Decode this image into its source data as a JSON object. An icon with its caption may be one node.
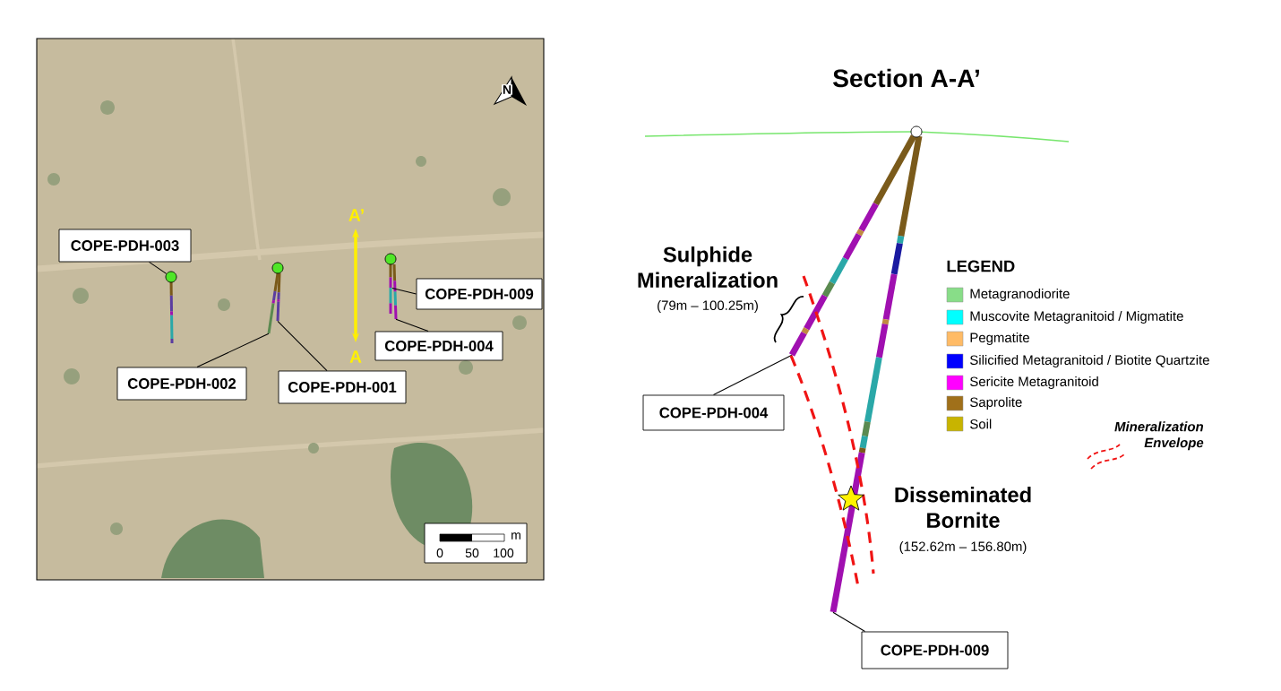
{
  "diagram": {
    "title": "Section A-A’",
    "nodes": [
      {
        "text": [
          "COPE-PDH-003"
        ]
      },
      {
        "text": [],
        "shape": "circle"
      },
      {
        "text": [
          "COPE-PDH-002"
        ]
      },
      {
        "text": [],
        "shape": "bar"
      },
      {
        "text": [
          "COPE-PDH-001"
        ]
      },
      {
        "text": [],
        "shape": "bar"
      },
      {
        "text": [
          "COPE-PDH-009"
        ]
      },
      {
        "text": [],
        "shape": "bar"
      },
      {
        "text": [
          "COPE-PDH-004"
        ]
      },
      {
        "text": [],
        "shape": "bar"
      },
      {
        "text": [
          "COPE-PDH-004"
        ]
      },
      {
        "text": [],
        "shape": "bar"
      },
      {
        "text": [
          "COPE-PDH-009"
        ]
      },
      {
        "text": [],
        "shape": "bar"
      }
    ],
    "edges": [
      {
        "from": 0,
        "to": 1,
        "arrow": "none"
      },
      {
        "from": 2,
        "to": 3,
        "arrow": "none"
      },
      {
        "from": 4,
        "to": 5,
        "arrow": "none"
      },
      {
        "from": 6,
        "to": 7,
        "arrow": "none"
      },
      {
        "from": 8,
        "to": 9,
        "arrow": "none"
      },
      {
        "from": 10,
        "to": 11,
        "arrow": "none"
      },
      {
        "from": 12,
        "to": 13,
        "arrow": "none"
      }
    ],
    "labels": [
      "N",
      "A’",
      "A",
      "m",
      "0",
      "50",
      "100",
      "Sulphide Mineralization",
      "(79m – 100.25m)",
      "LEGEND",
      "Disseminated Bornite",
      "(152.62m – 156.80m)"
    ],
    "legend": [
      {
        "text": "Metagranodiorite",
        "color": "#88dd88"
      },
      {
        "text": "Muscovite Metagranitoid / Migmatite",
        "color": "#00ffff"
      },
      {
        "text": "Pegmatite",
        "color": "#ffbb66"
      },
      {
        "text": "Silicified Metagranitoid / Biotite Quartzite",
        "color": "#0000ff"
      },
      {
        "text": "Sericite Metagranitoid",
        "color": "#ff00ff"
      },
      {
        "text": "Saprolite",
        "color": "#a0701a"
      },
      {
        "text": "Soil",
        "color": "#c8b400"
      },
      {
        "text": "Mineralization Envelope"
      }
    ]
  }
}
